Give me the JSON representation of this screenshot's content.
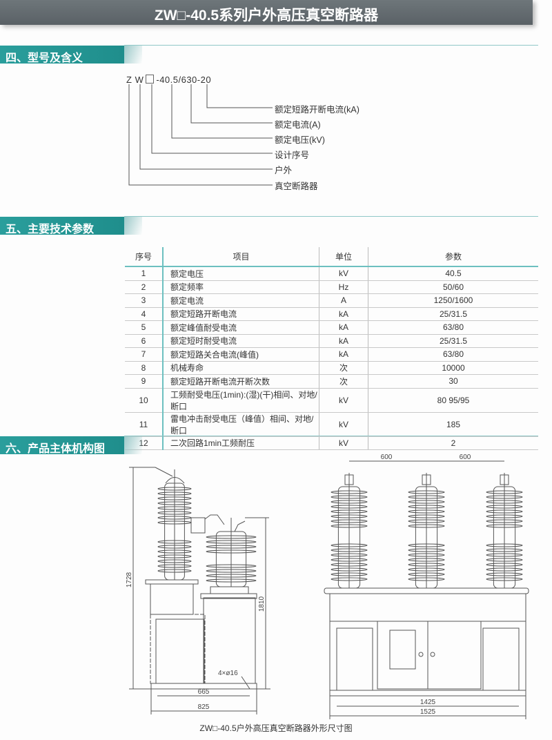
{
  "header": {
    "title": "ZW□-40.5系列户外高压真空断路器"
  },
  "section4": {
    "title": "四、型号及含义",
    "model_parts": [
      "Z",
      "W",
      "-40.5/630-20"
    ],
    "meanings": [
      "额定短路开断电流(kA)",
      "额定电流(A)",
      "额定电压(kV)",
      "设计序号",
      "户外",
      "真空断路器"
    ]
  },
  "section5": {
    "title": "五、主要技术参数",
    "columns": [
      "序号",
      "项目",
      "单位",
      "参数"
    ],
    "rows": [
      [
        "1",
        "额定电压",
        "kV",
        "40.5"
      ],
      [
        "2",
        "额定频率",
        "Hz",
        "50/60"
      ],
      [
        "3",
        "额定电流",
        "A",
        "1250/1600"
      ],
      [
        "4",
        "额定短路开断电流",
        "kA",
        "25/31.5"
      ],
      [
        "5",
        "额定峰值耐受电流",
        "kA",
        "63/80"
      ],
      [
        "6",
        "额定短时耐受电流",
        "kA",
        "25/31.5"
      ],
      [
        "7",
        "额定短路关合电流(峰值)",
        "kA",
        "63/80"
      ],
      [
        "8",
        "机械寿命",
        "次",
        "10000"
      ],
      [
        "9",
        "额定短路开断电流开断次数",
        "次",
        "30"
      ],
      [
        "10",
        "工频耐受电压(1min):(湿)(干)相间、对地/断口",
        "kV",
        "80 95/95"
      ],
      [
        "11",
        "雷电冲击耐受电压（峰值）相间、对地/断口",
        "kV",
        "185"
      ],
      [
        "12",
        "二次回路1min工频耐压",
        "kV",
        "2"
      ]
    ]
  },
  "section6": {
    "title": "六、产品主体机构图",
    "side_view": {
      "height_1": "1728",
      "height_2": "1810",
      "width_inner": "665",
      "width_outer": "825",
      "holes": "4×ø16"
    },
    "front_view": {
      "spacing_1": "600",
      "spacing_2": "600",
      "width_inner": "1425",
      "width_outer": "1525"
    },
    "caption": "ZW□-40.5户外高压真空断路器外形尺寸图"
  }
}
